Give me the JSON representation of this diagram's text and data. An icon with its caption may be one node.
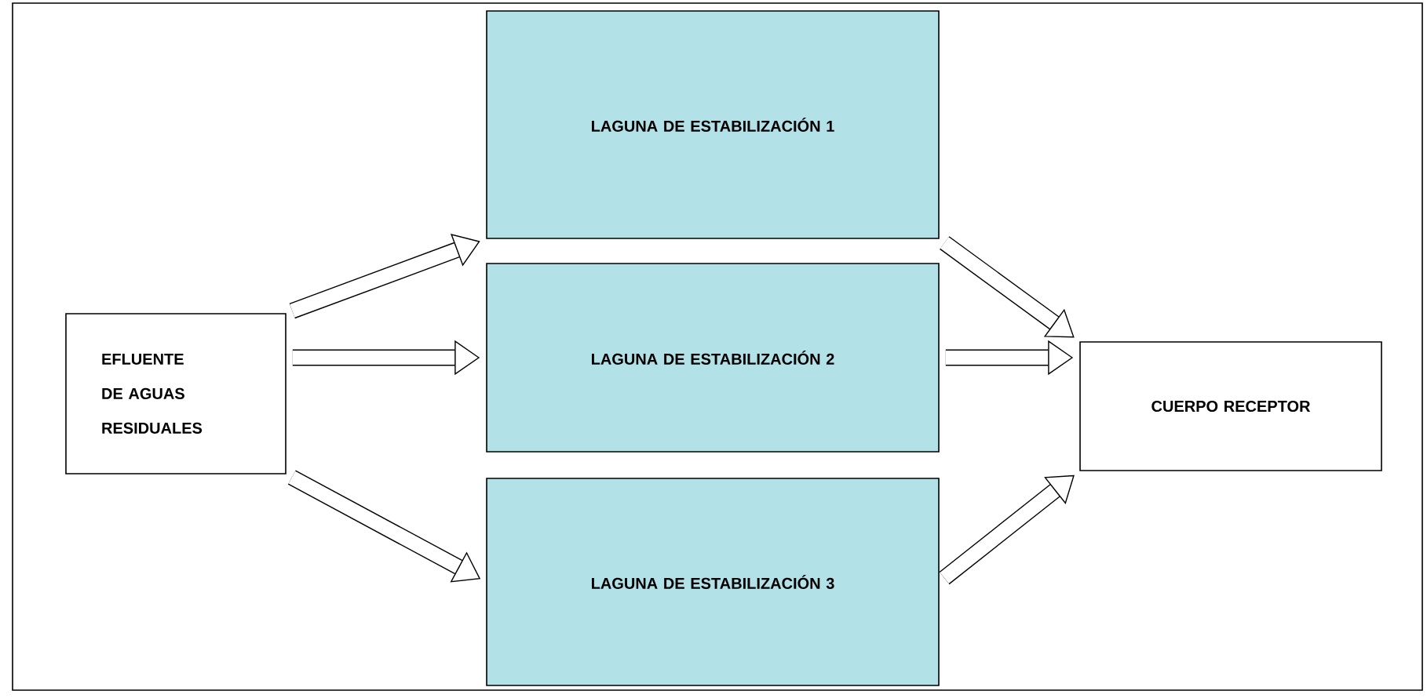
{
  "diagram": {
    "nodes": [
      {
        "text": [
          "EFLUENTE DE AGUAS RESIDUALES"
        ]
      },
      {
        "text": [
          "LAGUNA DE ESTABILIZACIÓN 1"
        ]
      },
      {
        "text": [
          "LAGUNA DE ESTABILIZACIÓN 2"
        ]
      },
      {
        "text": [
          "LAGUNA DE ESTABILIZACIÓN 3"
        ]
      },
      {
        "text": [
          "CUERPO RECEPTOR"
        ]
      }
    ],
    "edges": [
      {
        "from": 0,
        "to": 1,
        "arrow": "to"
      },
      {
        "from": 0,
        "to": 2,
        "arrow": "to"
      },
      {
        "from": 0,
        "to": 3,
        "arrow": "to"
      },
      {
        "from": 1,
        "to": 4,
        "arrow": "to"
      },
      {
        "from": 2,
        "to": 4,
        "arrow": "to"
      },
      {
        "from": 3,
        "to": 4,
        "arrow": "to"
      }
    ]
  }
}
